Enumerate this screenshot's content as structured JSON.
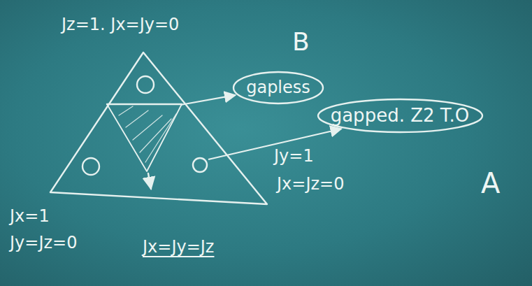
{
  "diagram": {
    "nodes": [
      {
        "text": [
          "gapless"
        ]
      },
      {
        "text": [
          "gapped. Z2 T.O"
        ]
      }
    ],
    "labels": [
      "Jz=1. Jx=Jy=0",
      "B",
      "Jy=1",
      "Jx=Jz=0",
      "A",
      "Jx=1",
      "Jy=Jz=0",
      "Jx=Jy=Jz"
    ]
  }
}
